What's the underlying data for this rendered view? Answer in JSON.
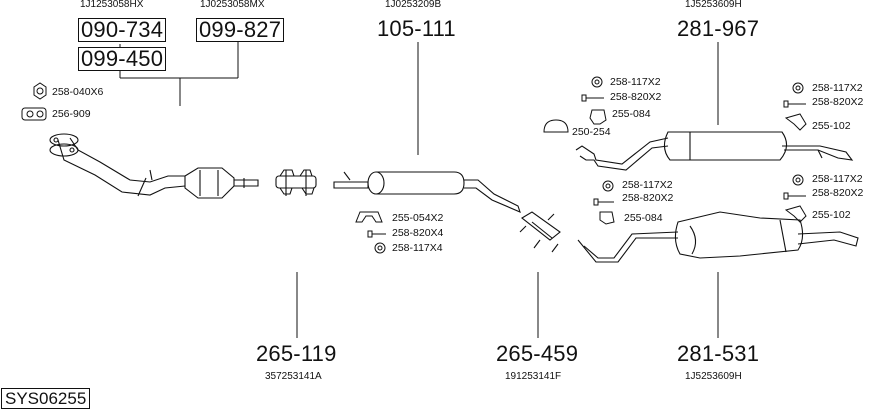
{
  "diagram": {
    "system_code": "SYS06255",
    "oem_refs": {
      "downpipe": "1J1253058HX",
      "cat_alt": "1J0253058MX",
      "front_box": "1J0253209B",
      "rear_box_top": "1J5253609H",
      "clamp_mid": "357253141A",
      "clamp_rear": "191253141F",
      "rear_box_bottom": "1J5253609H"
    },
    "part_numbers": {
      "p090_734": "090-734",
      "p099_827": "099-827",
      "p099_450": "099-450",
      "p105_111": "105-111",
      "p281_967": "281-967",
      "p265_119": "265-119",
      "p265_459": "265-459",
      "p281_531": "281-531"
    },
    "fittings": {
      "f258_040": "258-040X6",
      "f256_909": "256-909",
      "f255_054": "255-054X2",
      "f258_820x4": "258-820X4",
      "f258_117x4": "258-117X4",
      "f250_254": "250-254",
      "tl_258_117": "258-117X2",
      "tl_258_820": "258-820X2",
      "tl_255_084": "255-084",
      "tr_258_117": "258-117X2",
      "tr_258_820": "258-820X2",
      "tr_255_102": "255-102",
      "bl_258_117": "258-117X2",
      "bl_258_820": "258-820X2",
      "bl_255_084": "255-084",
      "br_258_117": "258-117X2",
      "br_258_820": "258-820X2",
      "br_255_102": "255-102"
    }
  }
}
